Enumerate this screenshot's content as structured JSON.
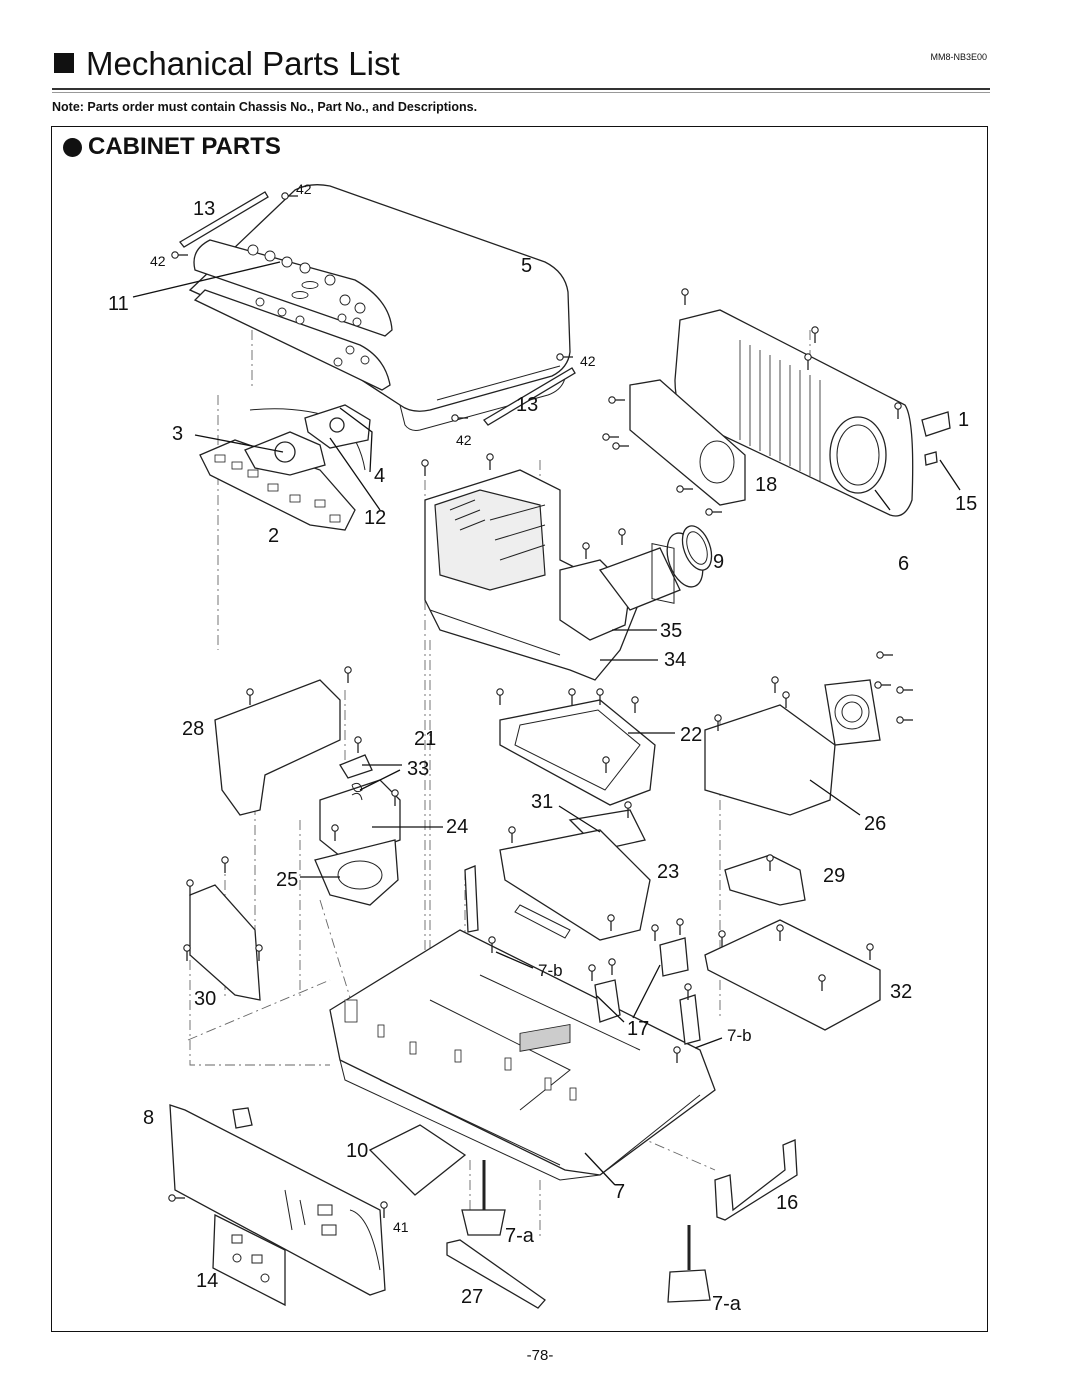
{
  "header": {
    "title": "Mechanical Parts List",
    "doc_code": "MM8-NB3E00",
    "note": "Note: Parts order must contain Chassis No., Part No., and Descriptions."
  },
  "section": {
    "title": "CABINET PARTS"
  },
  "callouts": {
    "p1": "1",
    "p2": "2",
    "p3": "3",
    "p4": "4",
    "p5": "5",
    "p6": "6",
    "p7": "7",
    "p7a_1": "7-a",
    "p7a_2": "7-a",
    "p7b_1": "7-b",
    "p7b_2": "7-b",
    "p8": "8",
    "p9": "9",
    "p10": "10",
    "p11": "11",
    "p12": "12",
    "p13_1": "13",
    "p13_2": "13",
    "p14": "14",
    "p15": "15",
    "p16": "16",
    "p17": "17",
    "p18": "18",
    "p21": "21",
    "p22": "22",
    "p23": "23",
    "p24": "24",
    "p25": "25",
    "p26": "26",
    "p27": "27",
    "p28": "28",
    "p29": "29",
    "p30": "30",
    "p31": "31",
    "p32": "32",
    "p33": "33",
    "p34": "34",
    "p35": "35",
    "p41": "41",
    "p42_1": "42",
    "p42_2": "42",
    "p42_3": "42",
    "p42_4": "42"
  },
  "footer": {
    "page": "-78-"
  }
}
